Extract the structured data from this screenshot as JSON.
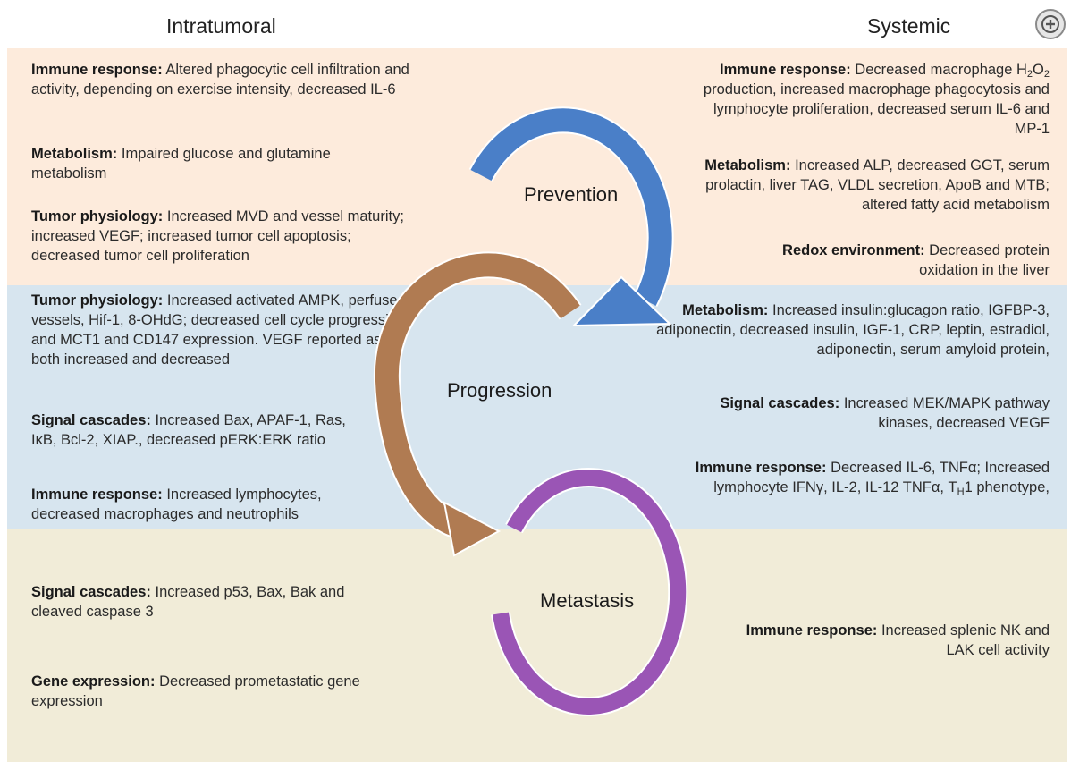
{
  "headers": {
    "left": "Intratumoral",
    "right": "Systemic"
  },
  "stages": {
    "prevention": "Prevention",
    "progression": "Progression",
    "metastasis": "Metastasis"
  },
  "colors": {
    "prevention_band": "#fdebdc",
    "progression_band": "#d7e5ef",
    "metastasis_band": "#f1ecd8",
    "prevention_arrow": "#4a7fc8",
    "progression_arrow": "#b07b52",
    "metastasis_arrow": "#9a55b5"
  },
  "icons": {
    "zoom": "zoom-in-icon"
  },
  "prevention": {
    "intratumoral": [
      {
        "term": "Immune response:",
        "text": "Altered phagocytic cell infiltration and activity, depending on exercise intensity, decreased IL-6"
      },
      {
        "term": "Metabolism:",
        "text": "Impaired glucose and glutamine metabolism"
      },
      {
        "term": "Tumor physiology:",
        "text": "Increased MVD and vessel maturity; increased VEGF; increased tumor cell apoptosis; decreased tumor cell proliferation"
      }
    ],
    "systemic": [
      {
        "term": "Immune response:",
        "text_a": "Decreased macrophage H",
        "sub_a": "2",
        "text_b": "O",
        "sub_b": "2",
        "text_c": " production, increased macrophage phagocytosis and lymphocyte proliferation, decreased serum IL-6 and MP-1"
      },
      {
        "term": "Metabolism:",
        "text": "Increased ALP, decreased GGT, serum prolactin, liver TAG, VLDL secretion, ApoB and MTB; altered fatty acid metabolism"
      },
      {
        "term": "Redox environment:",
        "text": "Decreased protein oxidation in the liver"
      }
    ]
  },
  "progression": {
    "intratumoral": [
      {
        "term": "Tumor physiology:",
        "text": "Increased activated AMPK, perfused vessels, Hif-1, 8-OHdG; decreased cell cycle progression and MCT1 and CD147 expression. VEGF reported as both increased and decreased"
      },
      {
        "term": "Signal cascades:",
        "text": "Increased Bax, APAF-1, Ras, IκB, Bcl-2, XIAP., decreased pERK:ERK ratio"
      },
      {
        "term": "Immune response:",
        "text": "Increased lymphocytes, decreased macrophages and neutrophils"
      }
    ],
    "systemic": [
      {
        "term": "Metabolism:",
        "text": "Increased insulin:glucagon ratio, IGFBP-3, adiponectin, decreased insulin, IGF-1, CRP, leptin, estradiol, adiponectin, serum amyloid protein,"
      },
      {
        "term": "Signal cascades:",
        "text": "Increased MEK/MAPK pathway kinases, decreased VEGF"
      },
      {
        "term": "Immune response:",
        "text_a": "Decreased IL-6, TNFα; Increased lymphocyte IFNγ, IL-2, IL-12 TNFα, T",
        "sub_a": "H",
        "text_b": "1 phenotype,"
      }
    ]
  },
  "metastasis": {
    "intratumoral": [
      {
        "term": "Signal cascades:",
        "text": "Increased p53, Bax, Bak and cleaved caspase 3"
      },
      {
        "term": "Gene expression:",
        "text": "Decreased prometastatic gene expression"
      }
    ],
    "systemic": [
      {
        "term": "Immune response:",
        "text": "Increased splenic NK and LAK cell activity"
      }
    ]
  }
}
